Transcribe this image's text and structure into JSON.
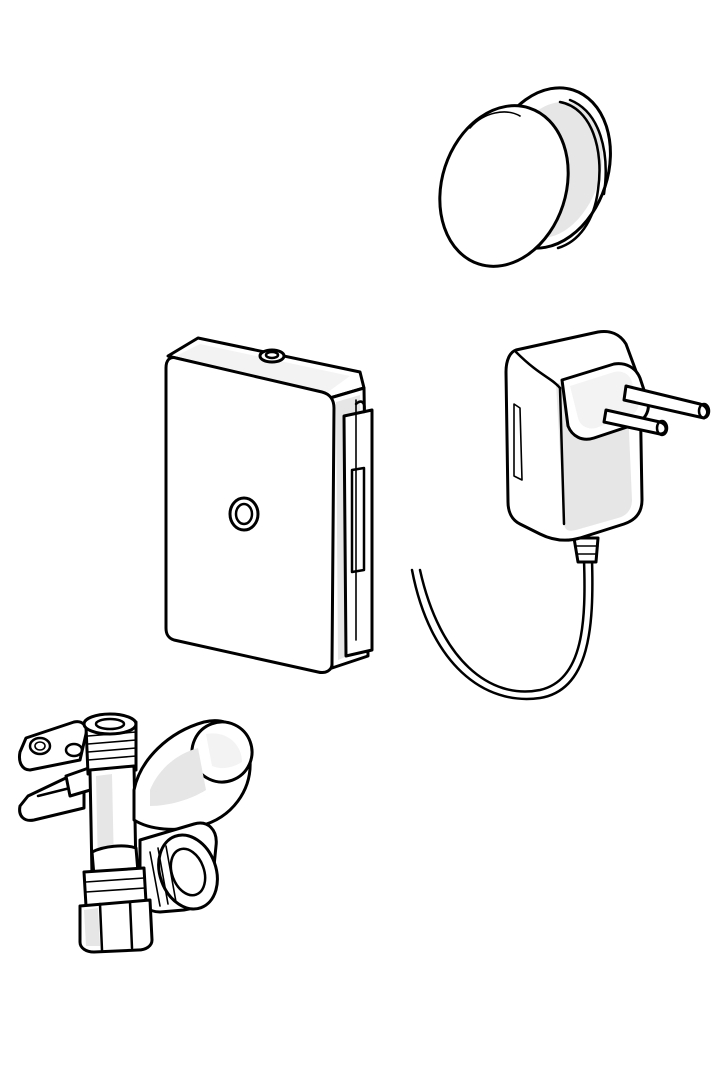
{
  "colors": {
    "background": "#ffffff",
    "outline": "#000000",
    "shade": "#e6e6e6",
    "light_shade": "#f3f3f3"
  },
  "parts": [
    {
      "id": "cover-cap",
      "icon": "round-cap-icon"
    },
    {
      "id": "control-box",
      "icon": "electronic-box-icon"
    },
    {
      "id": "power-adapter",
      "icon": "plug-adapter-icon"
    },
    {
      "id": "angle-valve",
      "icon": "valve-fitting-icon"
    }
  ]
}
